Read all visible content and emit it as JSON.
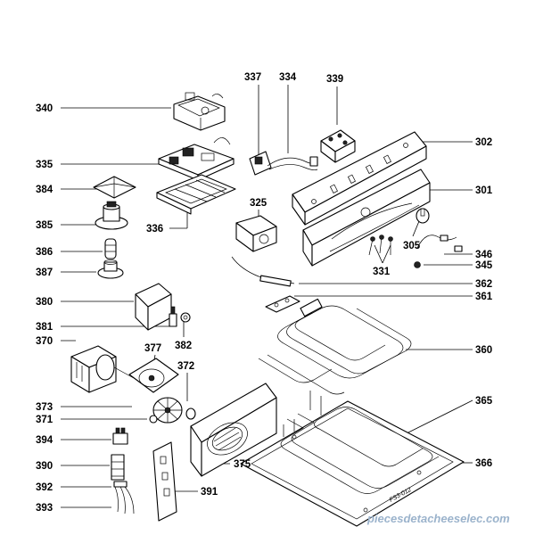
{
  "diagram": {
    "watermark": "piecesdetacheeselec.com",
    "drawing_code": "FS3-012",
    "labels": [
      "337",
      "334",
      "339",
      "340",
      "302",
      "335",
      "301",
      "384",
      "325",
      "336",
      "385",
      "305",
      "346",
      "386",
      "345",
      "387",
      "331",
      "362",
      "380",
      "361",
      "381",
      "382",
      "370",
      "360",
      "377",
      "372",
      "365",
      "373",
      "371",
      "394",
      "366",
      "390",
      "375",
      "391",
      "392",
      "393"
    ]
  }
}
